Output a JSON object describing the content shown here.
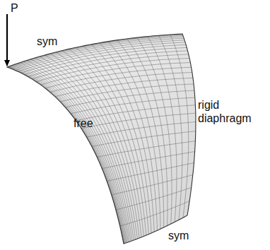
{
  "diagram": {
    "labels": [
      "P",
      "sym",
      "free",
      "rigid diaphragm",
      "sym"
    ]
  }
}
